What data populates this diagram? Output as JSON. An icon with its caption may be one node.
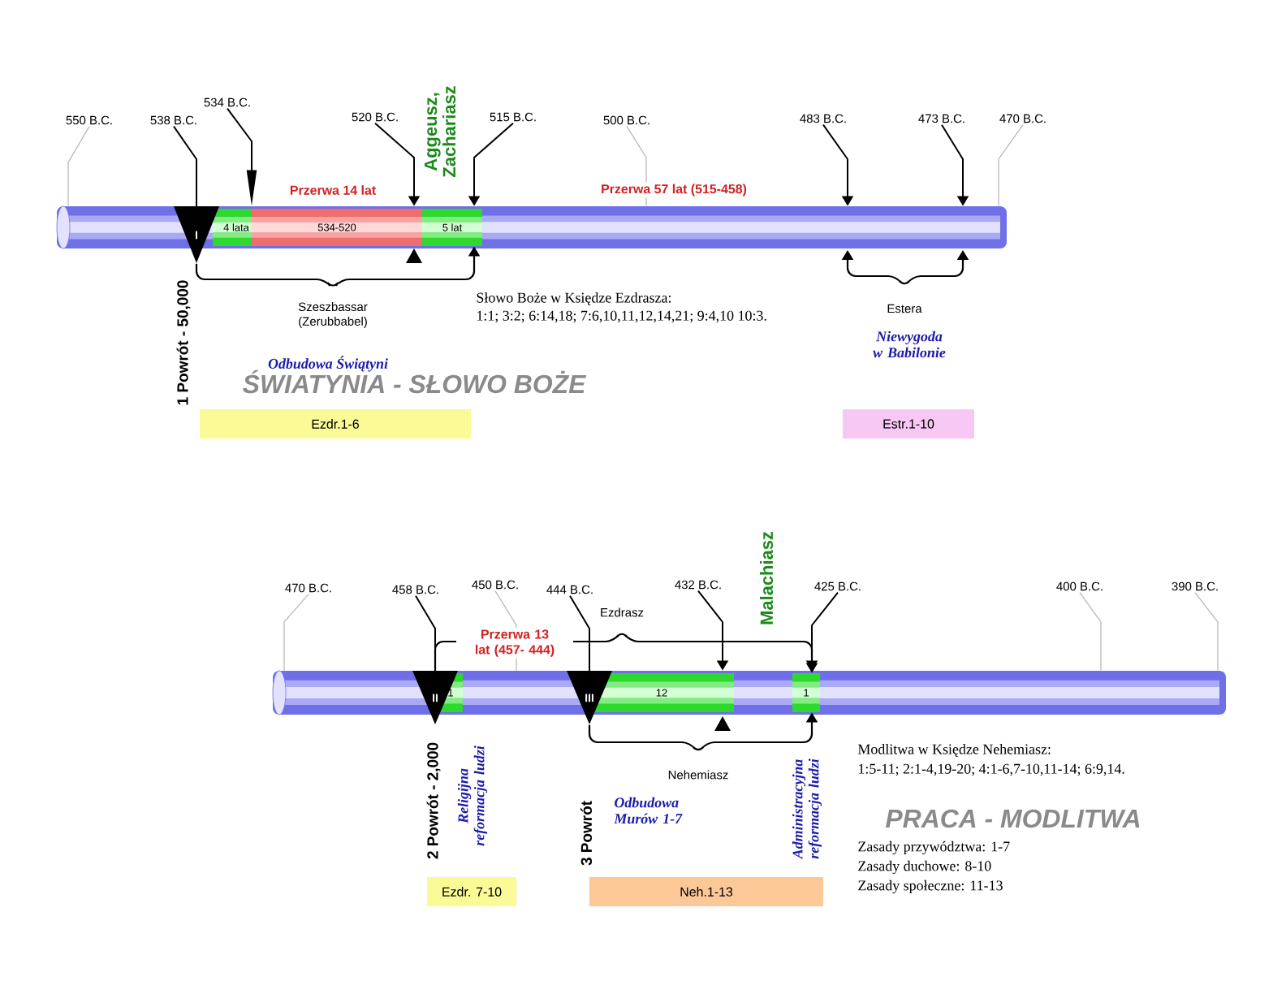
{
  "diagram": {
    "nodes": [
      {
        "text": [],
        "shape": "bar"
      },
      {
        "text": [
          "4 lata"
        ],
        "in": 0
      },
      {
        "text": [
          "534-520"
        ],
        "in": 0
      },
      {
        "text": [
          "5 lat"
        ],
        "in": 0
      },
      {
        "text": [
          "I"
        ]
      },
      {
        "text": [
          "Ezdr.1-6"
        ]
      },
      {
        "text": [
          "Estr.1-10"
        ]
      },
      {
        "text": [],
        "shape": "bar"
      },
      {
        "text": [
          "1"
        ],
        "in": 7
      },
      {
        "text": [
          "12"
        ],
        "in": 7
      },
      {
        "text": [
          "1"
        ],
        "in": 7
      },
      {
        "text": [
          "II"
        ]
      },
      {
        "text": [
          "III"
        ]
      },
      {
        "text": [
          "Ezdr. 7-10"
        ]
      },
      {
        "text": [
          "Neh.1-13"
        ]
      },
      {
        "text": [
          "550 B.C."
        ]
      },
      {
        "text": [
          "538 B.C."
        ]
      },
      {
        "text": [
          "534 B.C."
        ]
      },
      {
        "text": [
          "520 B.C."
        ]
      },
      {
        "text": [
          "515 B.C."
        ]
      },
      {
        "text": [
          "500 B.C."
        ]
      },
      {
        "text": [
          "483 B.C."
        ]
      },
      {
        "text": [
          "473 B.C."
        ]
      },
      {
        "text": [
          "470 B.C."
        ]
      },
      {
        "text": [
          "470 B.C."
        ]
      },
      {
        "text": [
          "458 B.C."
        ]
      },
      {
        "text": [
          "450 B.C."
        ]
      },
      {
        "text": [
          "444 B.C."
        ]
      },
      {
        "text": [
          "432 B.C."
        ]
      },
      {
        "text": [
          "425 B.C."
        ]
      },
      {
        "text": [
          "400 B.C."
        ]
      },
      {
        "text": [
          "390 B.C."
        ]
      }
    ],
    "edges": [
      {
        "from": 15,
        "to": 0,
        "arrow": "none",
        "color": "#b4b4b4"
      },
      {
        "from": 16,
        "to": 4,
        "arrow": "none"
      },
      {
        "from": 17,
        "to": 0,
        "arrow": "to"
      },
      {
        "from": 18,
        "to": 0,
        "arrow": "to"
      },
      {
        "from": 19,
        "to": 0,
        "arrow": "to"
      },
      {
        "from": 20,
        "to": 0,
        "arrow": "none",
        "color": "#b4b4b4"
      },
      {
        "from": 21,
        "to": 0,
        "arrow": "to"
      },
      {
        "from": 22,
        "to": 0,
        "arrow": "to"
      },
      {
        "from": 23,
        "to": 0,
        "arrow": "none",
        "color": "#b4b4b4"
      },
      {
        "from": 24,
        "to": 7,
        "arrow": "none",
        "color": "#b4b4b4"
      },
      {
        "from": 25,
        "to": 11,
        "arrow": "none"
      },
      {
        "from": 26,
        "to": 7,
        "arrow": "none",
        "color": "#b4b4b4"
      },
      {
        "from": 27,
        "to": 12,
        "arrow": "none"
      },
      {
        "from": 28,
        "to": 7,
        "arrow": "to"
      },
      {
        "from": 29,
        "to": 7,
        "arrow": "to"
      },
      {
        "from": 30,
        "to": 7,
        "arrow": "none",
        "color": "#b4b4b4"
      },
      {
        "from": 31,
        "to": 7,
        "arrow": "none",
        "color": "#b4b4b4"
      },
      {
        "from": 4,
        "to": 3,
        "arrow": "to"
      },
      {
        "from": 11,
        "to": 10,
        "arrow": "to"
      },
      {
        "from": 12,
        "to": 10,
        "arrow": "to"
      }
    ],
    "labels": [
      "Przerwa 14 lat",
      "Aggeusz, Zachariasz",
      "Przerwa 57 lat (515-458)",
      "Szeszbassar (Zerubbabel)",
      "Słowo Boże w Księdze Ezdrasza:",
      "1:1; 3:2; 6:14,18; 7:6,10,11,12,14,21; 9:4,10 10:3.",
      "1 Powrót - 50,000",
      "Odbudowa Świątyni",
      "ŚWIATYNIA - SŁOWO BOŻE",
      "Estera",
      "Niewygoda w Babilonie",
      "Ezdrasz",
      "Przerwa 13 lat (457- 444)",
      "Malachiasz",
      "Nehemiasz",
      "2 Powrót - 2,000",
      "Religijna reformacja ludzi",
      "3 Powrót",
      "Odbudowa Murów 1-7",
      "Administracyjna reformacja ludzi",
      "Modlitwa w Księdze Nehemiasz:",
      "1:5-11; 2:1-4,19-20; 4:1-6,7-10,11-14; 6:9,14.",
      "PRACA - MODLITWA",
      "Zasady przywództwa: 1-7",
      "Zasady duchowe: 8-10",
      "Zasady społeczne: 11-13"
    ]
  }
}
